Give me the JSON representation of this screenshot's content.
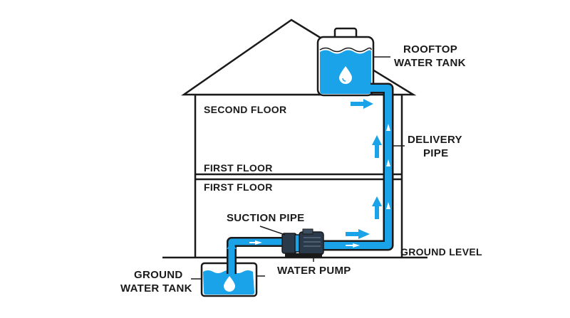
{
  "labels": {
    "rooftop_tank_line1": "ROOFTOP",
    "rooftop_tank_line2": "WATER TANK",
    "second_floor": "SECOND FLOOR",
    "first_floor_upper": "FIRST FLOOR",
    "first_floor_lower": "FIRST FLOOR",
    "delivery_pipe_line1": "DELIVERY",
    "delivery_pipe_line2": "PIPE",
    "suction_pipe": "SUCTION PIPE",
    "ground_level": "GROUND LEVEL",
    "water_pump": "WATER PUMP",
    "ground_tank_line1": "GROUND",
    "ground_tank_line2": "WATER TANK"
  },
  "colors": {
    "water": "#1aa3e8",
    "pipe": "#1aa3e8",
    "pipe_outline": "#1a1a1a",
    "outline": "#1a1a1a",
    "pump_body": "#2b3a4a",
    "background": "#ffffff"
  },
  "icons": {
    "water_drop": "water-drop-icon",
    "flow_arrow": "flow-arrow-icon"
  }
}
